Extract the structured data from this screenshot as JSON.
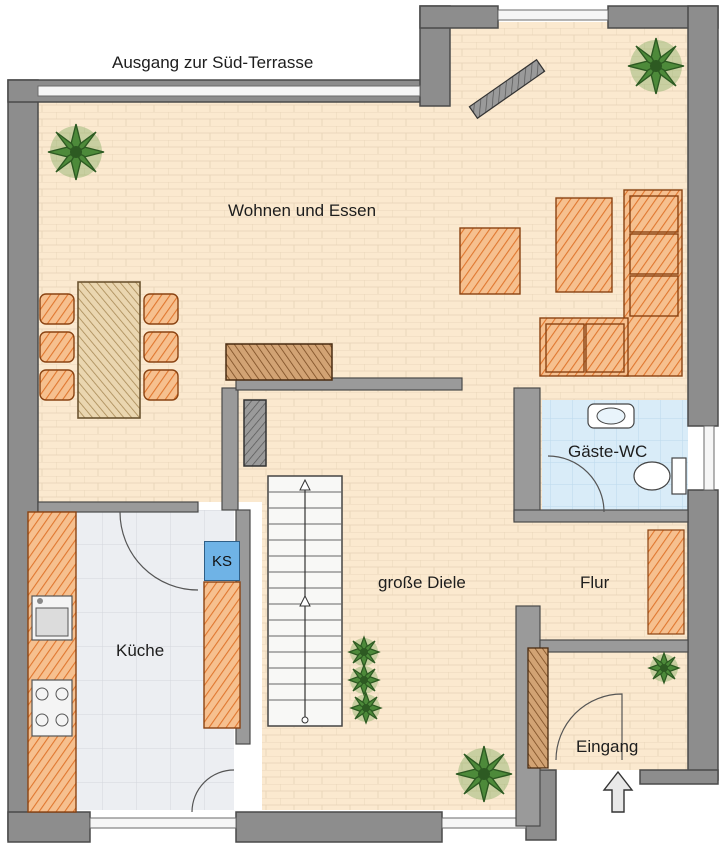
{
  "labels": {
    "terrace_exit": "Ausgang zur Süd-Terrasse",
    "living_dining": "Wohnen und Essen",
    "guest_wc": "Gäste-WC",
    "kitchen": "Küche",
    "fridge_cabinet": "KS",
    "hall": "große Diele",
    "corridor": "Flur",
    "entrance": "Eingang"
  },
  "colors": {
    "floor": "#fbe9cf",
    "kitchen_floor": "#eef0f3",
    "wc_floor": "#dceef8",
    "wall": "#8a8a8a",
    "furniture": "#f2b07a",
    "table": "#e6cda4",
    "plant": "#4d8a3a",
    "accent_blue": "#6fb3e6"
  }
}
